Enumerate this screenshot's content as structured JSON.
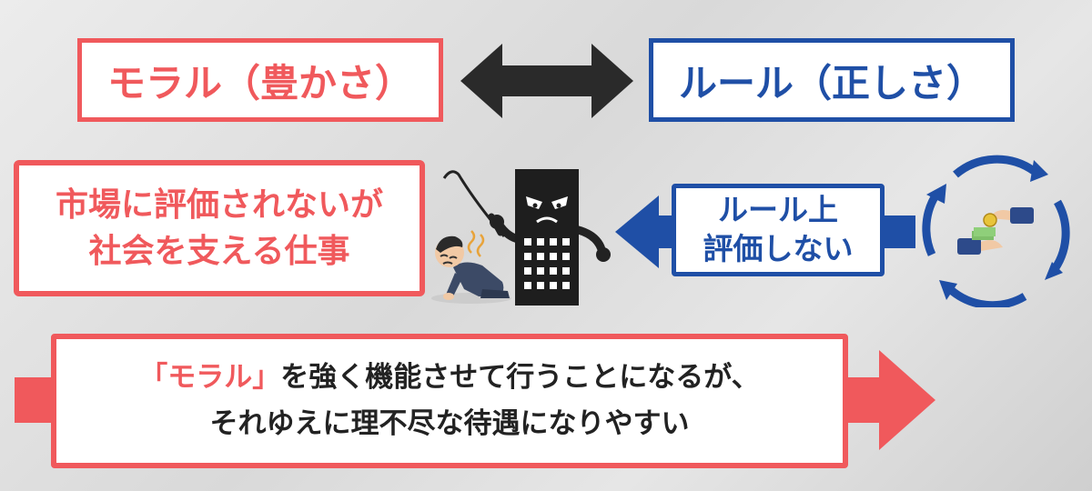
{
  "top_row": {
    "moral_label": "モラル（豊かさ）",
    "rule_label": "ルール（正しさ）"
  },
  "middle_row": {
    "market_line1": "市場に評価されないが",
    "market_line2": "社会を支える仕事",
    "rule_eval_line1": "ルール上",
    "rule_eval_line2": "評価しない"
  },
  "bottom_row": {
    "conclusion_quote": "「モラル」",
    "conclusion_line1_rest": "を強く機能させて行うことになるが、",
    "conclusion_line2": "それゆえに理不尽な待遇になりやすい"
  },
  "colors": {
    "accent_red": "#f0595c",
    "accent_blue": "#1f4fa6",
    "dark": "#2a2a2a"
  },
  "icons": [
    "double-arrow-icon",
    "company-building-whip-icon",
    "worker-kneeling-icon",
    "arrow-left-icon",
    "money-cycle-icon",
    "arrow-right-icon"
  ]
}
